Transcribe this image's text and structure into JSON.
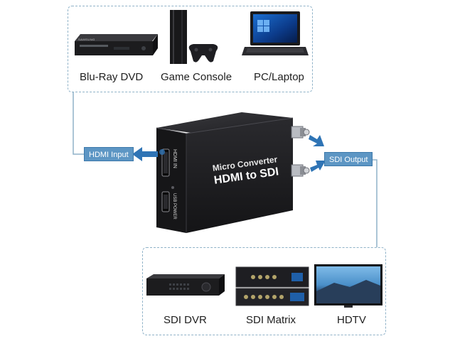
{
  "sources": {
    "bluray_label": "Blu-Ray DVD",
    "console_label": "Game Console",
    "laptop_label": "PC/Laptop",
    "bluray_brand": "SAMSUNG"
  },
  "destinations": {
    "dvr_label": "SDI DVR",
    "matrix_label": "SDI Matrix",
    "hdtv_label": "HDTV"
  },
  "tags": {
    "hdmi_input": "HDMI Input",
    "sdi_output": "SDI Output"
  },
  "converter": {
    "title_line1": "Micro Converter",
    "title_line2": "HDMI to SDI",
    "port_hdmi_in": "HDMI IN",
    "port_usb_power": "USB POWER"
  },
  "colors": {
    "tag_blue": "#5d96c4",
    "dashed_border": "#8fb2c8",
    "arrow_blue": "#2f74b5",
    "device_black": "#1c1c1e"
  }
}
